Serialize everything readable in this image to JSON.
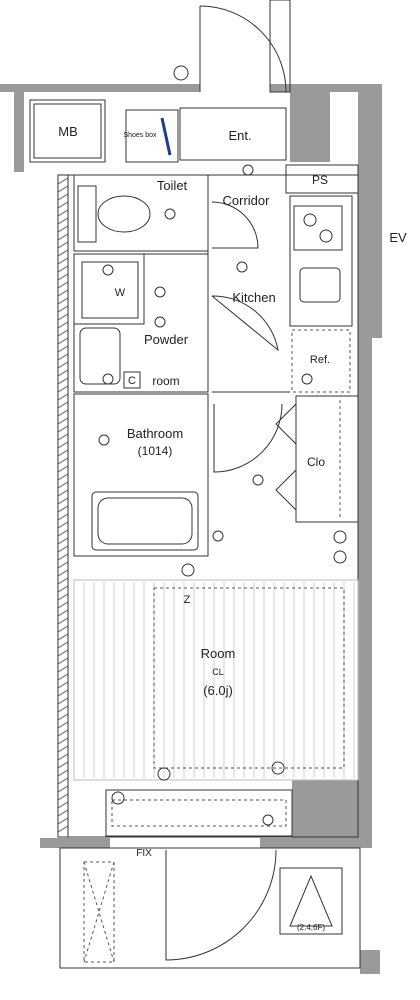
{
  "labels": {
    "mb": "MB",
    "shoe_box": "Shoes box",
    "ent": "Ent.",
    "ps": "PS",
    "toilet": "Toilet",
    "corridor": "Corridor",
    "ev": "EV",
    "w": "W",
    "kitchen": "Kitchen",
    "powder": "Powder",
    "powder_room": "room",
    "ref": "Ref.",
    "c_mark": "C",
    "bathroom": "Bathroom",
    "bathroom_size": "(1014)",
    "clo": "Clo",
    "room": "Room",
    "cl": "CL",
    "room_size": "(6.0j)",
    "z_mark": "Z",
    "fix": "FIX",
    "balcony_size": "(2.4,6F)"
  },
  "colors": {
    "wall": "#9a9a9a",
    "line": "#333333",
    "floor_grid": "#cfcfcf"
  }
}
